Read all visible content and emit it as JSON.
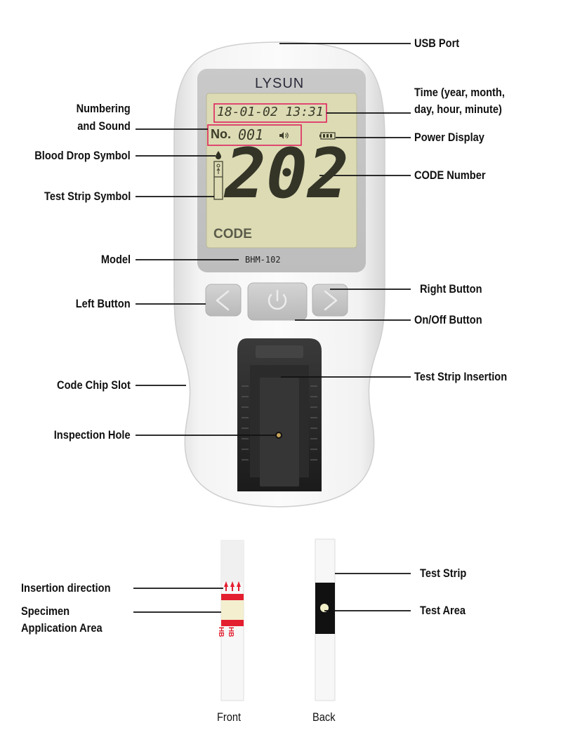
{
  "device": {
    "brand": "LYSUN",
    "model": "BHM-102",
    "screen": {
      "datetime": "18-01-02  13:31",
      "number_prefix": "No.",
      "number": "001",
      "code_number": "202",
      "code_label": "CODE"
    }
  },
  "callouts": {
    "usb_port": "USB Port",
    "time": [
      "Time (year, month,",
      "day, hour, minute)"
    ],
    "numbering_sound": [
      "Numbering",
      "and Sound"
    ],
    "power_display": "Power Display",
    "blood_drop": "Blood Drop Symbol",
    "code_number": "CODE Number",
    "test_strip_symbol": "Test Strip Symbol",
    "model": "Model",
    "right_button": "Right Button",
    "left_button": "Left Button",
    "onoff_button": "On/Off Button",
    "test_strip_insertion": "Test Strip Insertion",
    "code_chip_slot": "Code Chip Slot",
    "inspection_hole": "Inspection Hole",
    "insertion_direction": "Insertion direction",
    "specimen_area": [
      "Specimen",
      "Application Area"
    ],
    "test_strip": "Test Strip",
    "test_area": "Test Area"
  },
  "strip_captions": {
    "front": "Front",
    "back": "Back",
    "front_mark": "HB"
  },
  "colors": {
    "lcd_background": "#dcdbb4",
    "highlight_box": "#e0245e",
    "strip_red": "#e31e2f"
  }
}
